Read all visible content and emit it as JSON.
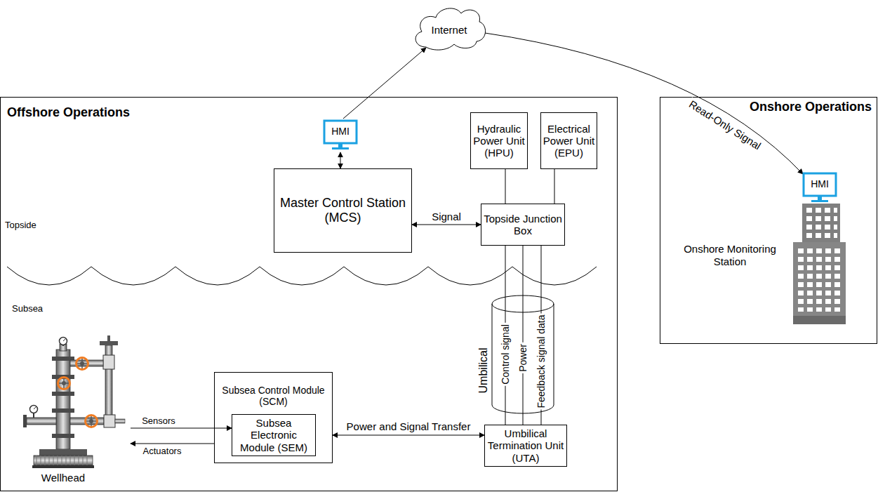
{
  "diagram": {
    "nodes": [
      {
        "text": [
          "Offshore Operations"
        ]
      },
      {
        "text": [
          "Onshore Operations"
        ]
      },
      {
        "text": [
          "HMI"
        ],
        "in": 0
      },
      {
        "text": [
          "Master Control Station (MCS)"
        ],
        "in": 0
      },
      {
        "text": [
          "Hydraulic Power Unit (HPU)"
        ],
        "in": 0
      },
      {
        "text": [
          "Electrical Power Unit (EPU)"
        ],
        "in": 0
      },
      {
        "text": [
          "Topside Junction Box"
        ],
        "in": 0
      },
      {
        "text": [
          "Umbilical"
        ],
        "in": 0
      },
      {
        "text": [
          "Subsea Control Module (SCM)"
        ],
        "in": 0
      },
      {
        "text": [
          "Subsea Electronic Module (SEM)"
        ],
        "in": 8
      },
      {
        "text": [
          "Umbilical Termination Unit (UTA)"
        ],
        "in": 0
      },
      {
        "text": [
          "Wellhead"
        ],
        "in": 0
      },
      {
        "text": [
          "Internet"
        ]
      },
      {
        "text": [
          "HMI"
        ],
        "in": 1
      },
      {
        "text": [
          "Onshore Monitoring Station"
        ],
        "in": 1
      }
    ],
    "edges": [
      {
        "from": 2,
        "to": 12,
        "arrow": "to"
      },
      {
        "from": 2,
        "to": 3,
        "arrow": "both"
      },
      {
        "from": 12,
        "to": 13,
        "label": "Read-Only Signal",
        "arrow": "to"
      },
      {
        "from": 3,
        "to": 6,
        "label": "Signal",
        "arrow": "both"
      },
      {
        "from": 4,
        "to": 6,
        "arrow": "none"
      },
      {
        "from": 5,
        "to": 6,
        "arrow": "none"
      },
      {
        "from": 6,
        "to": 10,
        "label": "Control signal",
        "arrow": "none"
      },
      {
        "from": 6,
        "to": 10,
        "label": "Power",
        "arrow": "none"
      },
      {
        "from": 6,
        "to": 10,
        "label": "Feedback signal data",
        "arrow": "none"
      },
      {
        "from": 8,
        "to": 10,
        "label": "Power and Signal Transfer",
        "arrow": "both"
      },
      {
        "from": 11,
        "to": 9,
        "label": "Sensors",
        "arrow": "to"
      },
      {
        "from": 8,
        "to": 11,
        "label": "Actuators",
        "arrow": "to"
      }
    ],
    "labels": [
      "Topside",
      "Subsea"
    ]
  }
}
